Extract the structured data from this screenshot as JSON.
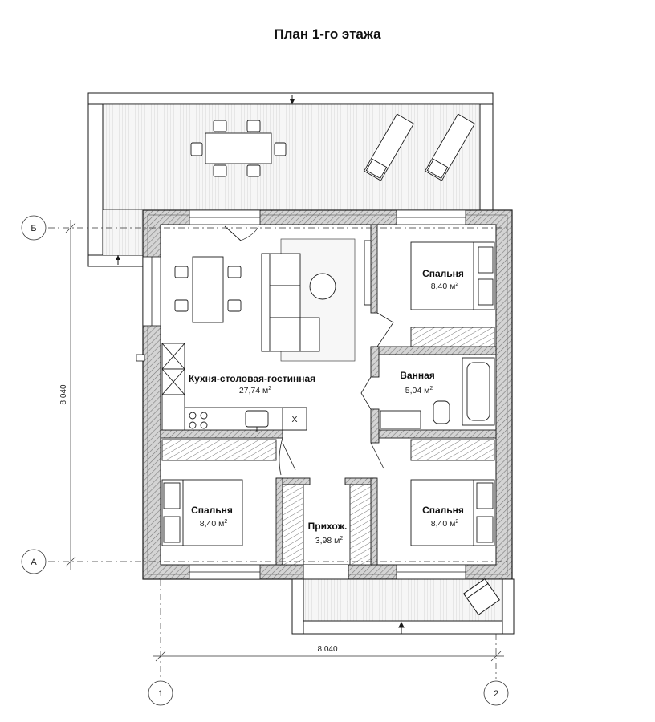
{
  "title": "План 1-го этажа",
  "rooms": {
    "living": {
      "name": "Кухня-столовая-гостинная",
      "area": "27,74 м"
    },
    "bedroom_top": {
      "name": "Спальня",
      "area": "8,40 м"
    },
    "bathroom": {
      "name": "Ванная",
      "area": "5,04 м"
    },
    "bedroom_left": {
      "name": "Спальня",
      "area": "8,40 м"
    },
    "hall": {
      "name": "Прихож.",
      "area": "3,98 м"
    },
    "bedroom_right": {
      "name": "Спальня",
      "area": "8,40 м"
    }
  },
  "area_superscript": "2",
  "dimensions": {
    "vertical": "8 040",
    "horizontal": "8 040"
  },
  "axes": {
    "a": "А",
    "b": "Б",
    "one": "1",
    "two": "2"
  },
  "stove_mark": "X",
  "colors": {
    "wall": "#c8c8c8",
    "wall_hatch": "#8a8a8a",
    "line": "#1a1a1a",
    "terrace": "#eeeeee"
  }
}
